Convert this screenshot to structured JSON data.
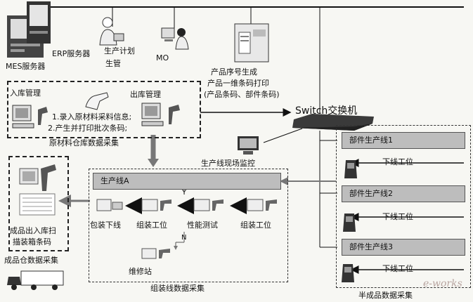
{
  "servers": {
    "mes_label": "MES服务器",
    "erp_label": "ERP服务器"
  },
  "users": {
    "plan_label_line1": "生产计划",
    "plan_label_line2": "生管",
    "mo_label": "MO"
  },
  "printer": {
    "line1": "产品序号生成",
    "line2": "产品一维条码打印",
    "line3": "(产品条码、部件条码)"
  },
  "warehouse_raw": {
    "in_label": "入库管理",
    "out_label": "出库管理",
    "note1": "1.录入原材料采料信息;",
    "note2": "2.产生并打印批次条码;",
    "title": "原材料仓库数据采集"
  },
  "switch_label": "Switch交换机",
  "monitor_label": "生产线现场监控",
  "assembly": {
    "line_label": "生产线A",
    "stations": [
      "包装下线",
      "组装工位",
      "性能测试",
      "组装工位"
    ],
    "repair_label": "维修站",
    "yes_mark": "Y",
    "no_mark": "N",
    "title": "组装线数据采集"
  },
  "finished": {
    "text_line1": "成品出入库扫",
    "text_line2": "描装箱条码",
    "title": "成品仓数据采集"
  },
  "semi": {
    "lines": [
      "部件生产线1",
      "部件生产线2",
      "部件生产线3"
    ],
    "offline_label": "下线工位",
    "title": "半成品数据采集"
  },
  "watermark": "e-works"
}
